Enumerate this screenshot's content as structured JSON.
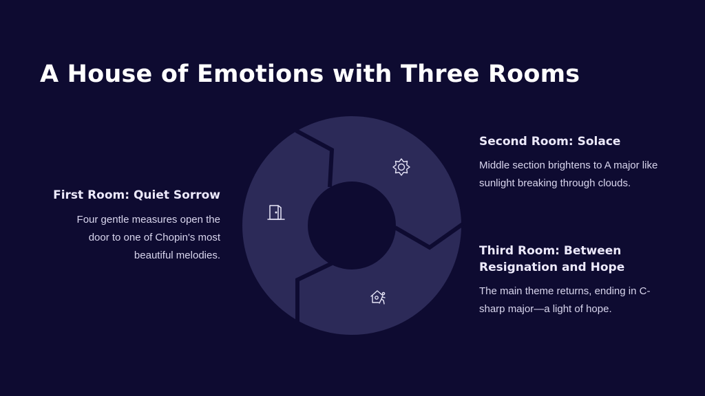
{
  "title": "A House of Emotions with Three Rooms",
  "colors": {
    "background": "#0e0b31",
    "segment": "#2c2a58",
    "text": "#ece9fb"
  },
  "rooms": [
    {
      "heading": "First Room: Quiet Sorrow",
      "body": "Four gentle measures open the door to one of Chopin's most beautiful melodies.",
      "icon": "door-icon"
    },
    {
      "heading": "Second Room: Solace",
      "body": "Middle section brightens to A major like sunlight breaking through clouds.",
      "icon": "sun-icon"
    },
    {
      "heading": "Third Room: Between Resignation and Hope",
      "body": "The main theme returns, ending in C-sharp major—a light of hope.",
      "icon": "house-walking-icon"
    }
  ]
}
